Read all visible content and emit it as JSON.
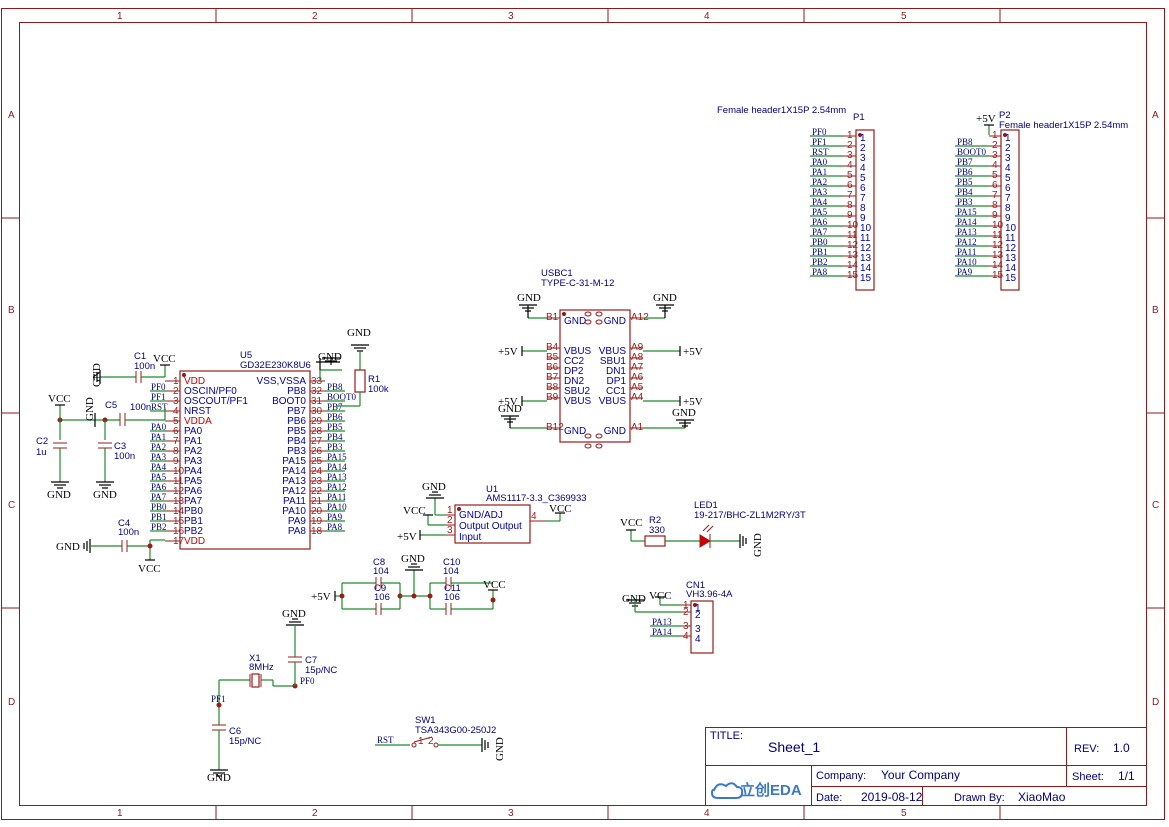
{
  "zones": {
    "columns": [
      "1",
      "2",
      "3",
      "4",
      "5"
    ],
    "rows": [
      "A",
      "B",
      "C",
      "D"
    ]
  },
  "title_block": {
    "title_label": "TITLE:",
    "title": "Sheet_1",
    "rev_label": "REV:",
    "rev": "1.0",
    "company_label": "Company:",
    "company": "Your Company",
    "sheet_label": "Sheet:",
    "sheet": "1/1",
    "date_label": "Date:",
    "date": "2019-08-12",
    "drawn_label": "Drawn By:",
    "drawn_by": "XiaoMao",
    "logo_text": "立创EDA"
  },
  "power": {
    "vcc": "VCC",
    "gnd": "GND",
    "p5v": "+5V"
  },
  "u5": {
    "ref": "U5",
    "value": "GD32E230K8U6",
    "left_pins": [
      {
        "num": "1",
        "name": "VDD",
        "net": "",
        "red": true
      },
      {
        "num": "2",
        "name": "OSCIN/PF0",
        "net": "PF0",
        "red": false
      },
      {
        "num": "3",
        "name": "OSCOUT/PF1",
        "net": "PF1",
        "red": false
      },
      {
        "num": "4",
        "name": "NRST",
        "net": "RST",
        "red": false
      },
      {
        "num": "5",
        "name": "VDDA",
        "net": "",
        "red": true
      },
      {
        "num": "6",
        "name": "PA0",
        "net": "PA0",
        "red": false
      },
      {
        "num": "7",
        "name": "PA1",
        "net": "PA1",
        "red": false
      },
      {
        "num": "8",
        "name": "PA2",
        "net": "PA2",
        "red": false
      },
      {
        "num": "9",
        "name": "PA3",
        "net": "PA3",
        "red": false
      },
      {
        "num": "10",
        "name": "PA4",
        "net": "PA4",
        "red": false
      },
      {
        "num": "11",
        "name": "PA5",
        "net": "PA5",
        "red": false
      },
      {
        "num": "12",
        "name": "PA6",
        "net": "PA6",
        "red": false
      },
      {
        "num": "13",
        "name": "PA7",
        "net": "PA7",
        "red": false
      },
      {
        "num": "14",
        "name": "PB0",
        "net": "PB0",
        "red": false
      },
      {
        "num": "15",
        "name": "PB1",
        "net": "PB1",
        "red": false
      },
      {
        "num": "16",
        "name": "PB2",
        "net": "PB2",
        "red": false
      },
      {
        "num": "17",
        "name": "VDD",
        "net": "",
        "red": true
      }
    ],
    "right_pins": [
      {
        "num": "33",
        "name": "VSS,VSSA",
        "net": ""
      },
      {
        "num": "32",
        "name": "PB8",
        "net": "PB8"
      },
      {
        "num": "31",
        "name": "BOOT0",
        "net": "BOOT0"
      },
      {
        "num": "30",
        "name": "PB7",
        "net": "PB7"
      },
      {
        "num": "29",
        "name": "PB6",
        "net": "PB6"
      },
      {
        "num": "28",
        "name": "PB5",
        "net": "PB5"
      },
      {
        "num": "27",
        "name": "PB4",
        "net": "PB4"
      },
      {
        "num": "26",
        "name": "PB3",
        "net": "PB3"
      },
      {
        "num": "25",
        "name": "PA15",
        "net": "PA15"
      },
      {
        "num": "24",
        "name": "PA14",
        "net": "PA14"
      },
      {
        "num": "23",
        "name": "PA13",
        "net": "PA13"
      },
      {
        "num": "22",
        "name": "PA12",
        "net": "PA12"
      },
      {
        "num": "21",
        "name": "PA11",
        "net": "PA11"
      },
      {
        "num": "20",
        "name": "PA10",
        "net": "PA10"
      },
      {
        "num": "19",
        "name": "PA9",
        "net": "PA9"
      },
      {
        "num": "18",
        "name": "PA8",
        "net": "PA8"
      }
    ]
  },
  "caps": {
    "c1": {
      "ref": "C1",
      "value": "100n"
    },
    "c2": {
      "ref": "C2",
      "value": "1u"
    },
    "c3": {
      "ref": "C3",
      "value": "100n"
    },
    "c4": {
      "ref": "C4",
      "value": "100n"
    },
    "c5": {
      "ref": "C5",
      "value": "100n"
    },
    "c6": {
      "ref": "C6",
      "value": "15p/NC"
    },
    "c7": {
      "ref": "C7",
      "value": "15p/NC"
    },
    "c8": {
      "ref": "C8",
      "value": "104"
    },
    "c9": {
      "ref": "C9",
      "value": "106"
    },
    "c10": {
      "ref": "C10",
      "value": "104"
    },
    "c11": {
      "ref": "C11",
      "value": "106"
    }
  },
  "r1": {
    "ref": "R1",
    "value": "100k"
  },
  "r2": {
    "ref": "R2",
    "value": "330"
  },
  "x1": {
    "ref": "X1",
    "value": "8MHz"
  },
  "sw1": {
    "ref": "SW1",
    "value": "TSA343G00-250J2",
    "net": "RST"
  },
  "u1": {
    "ref": "U1",
    "value": "AMS1117-3.3_C369933",
    "pin1": "GND/ADJ",
    "pin2": "Output Output",
    "pin3": "Input"
  },
  "usbc1": {
    "ref": "USBC1",
    "value": "TYPE-C-31-M-12",
    "left": [
      {
        "pin": "B1",
        "name": "GND"
      },
      {
        "pin": "B4",
        "name": "VBUS"
      },
      {
        "pin": "B5",
        "name": "CC2"
      },
      {
        "pin": "B6",
        "name": "DP2"
      },
      {
        "pin": "B7",
        "name": "DN2"
      },
      {
        "pin": "B8",
        "name": "SBU2"
      },
      {
        "pin": "B9",
        "name": "VBUS"
      },
      {
        "pin": "B12",
        "name": "GND"
      }
    ],
    "right": [
      {
        "pin": "A12",
        "name": "GND"
      },
      {
        "pin": "A9",
        "name": "VBUS"
      },
      {
        "pin": "A8",
        "name": "SBU1"
      },
      {
        "pin": "A7",
        "name": "DN1"
      },
      {
        "pin": "A6",
        "name": "DP1"
      },
      {
        "pin": "A5",
        "name": "CC1"
      },
      {
        "pin": "A4",
        "name": "VBUS"
      },
      {
        "pin": "A1",
        "name": "GND"
      }
    ]
  },
  "led1": {
    "ref": "LED1",
    "value": "19-217/BHC-ZL1M2RY/3T"
  },
  "cn1": {
    "ref": "CN1",
    "value": "VH3.96-4A",
    "nets": [
      "",
      "",
      "PA13",
      "PA14"
    ]
  },
  "p1": {
    "ref": "P1",
    "value": "Female header1X15P 2.54mm",
    "nets": [
      "PF0",
      "PF1",
      "RST",
      "PA0",
      "PA1",
      "PA2",
      "PA3",
      "PA4",
      "PA5",
      "PA6",
      "PA7",
      "PB0",
      "PB1",
      "PB2",
      "PA8"
    ]
  },
  "p2": {
    "ref": "P2",
    "value": "Female header1X15P 2.54mm",
    "nets": [
      "",
      "PB8",
      "BOOT0",
      "PB7",
      "PB6",
      "PB5",
      "PB4",
      "PB3",
      "PA15",
      "PA14",
      "PA13",
      "PA12",
      "PA11",
      "PA10",
      "PA9"
    ]
  },
  "pin_numbers_1_15": [
    "1",
    "2",
    "3",
    "4",
    "5",
    "6",
    "7",
    "8",
    "9",
    "10",
    "11",
    "12",
    "13",
    "14",
    "15"
  ]
}
